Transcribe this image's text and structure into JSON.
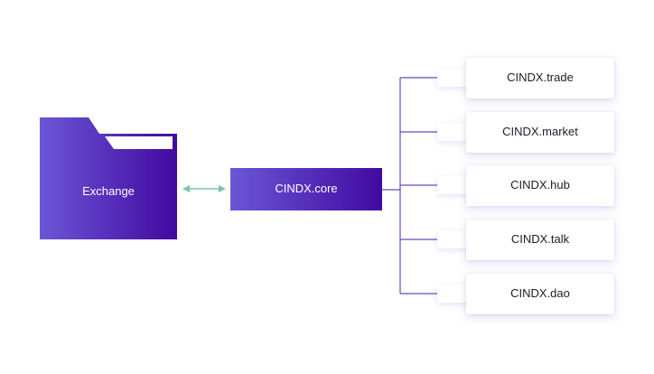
{
  "colors": {
    "gradient_start": "#6a56d6",
    "gradient_end": "#4209a0",
    "connector": "#6b46c8",
    "arrow": "#7bc3a3"
  },
  "exchange": {
    "label": "Exchange",
    "icon": "folder-icon"
  },
  "core": {
    "label": "CINDX.core"
  },
  "modules": [
    {
      "label": "CINDX.trade"
    },
    {
      "label": "CINDX.market"
    },
    {
      "label": "CINDX.hub"
    },
    {
      "label": "CINDX.talk"
    },
    {
      "label": "CINDX.dao"
    }
  ]
}
